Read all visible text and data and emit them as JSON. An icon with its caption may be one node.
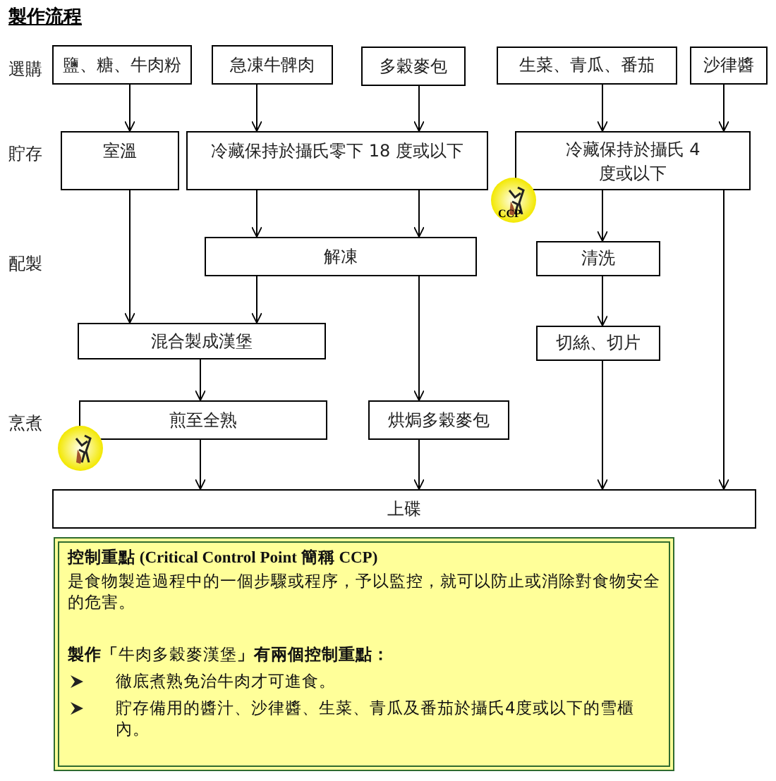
{
  "diagram": {
    "title": "製作流程",
    "nodes": [
      {
        "text": [
          "鹽、糖、牛肉粉"
        ]
      },
      {
        "text": [
          "急凍牛髀肉"
        ]
      },
      {
        "text": [
          "多穀麥包"
        ]
      },
      {
        "text": [
          "生菜、青瓜、番茄"
        ]
      },
      {
        "text": [
          "沙律醬"
        ]
      },
      {
        "text": [
          "室溫"
        ]
      },
      {
        "text": [
          "冷藏保持於攝氏零下 18 度或以下"
        ]
      },
      {
        "text": [
          "冷藏保持於攝氏 4 度或以下"
        ]
      },
      {
        "text": [
          "解凍"
        ]
      },
      {
        "text": [
          "清洗"
        ]
      },
      {
        "text": [
          "混合製成漢堡"
        ]
      },
      {
        "text": [
          "切絲、切片"
        ]
      },
      {
        "text": [
          "煎至全熟"
        ]
      },
      {
        "text": [
          "烘焗多穀麥包"
        ]
      },
      {
        "text": [
          "上碟"
        ]
      },
      {
        "text": [
          "控制重點 (Critical Control Point 簡稱 CCP)",
          "是食物製造過程中的一個步驟或程序，予以監控，就可以防止或消除對食物安全的危害。",
          "**製作「**牛肉多穀麥漢堡**」有兩個控制重點：**",
          "徹底煮熟免治牛肉才可進食。",
          "貯存備用的醬汁、沙律醬、生菜、青瓜及番茄於攝氏4度或以下的雪櫃內。"
        ]
      }
    ],
    "edges": [
      {
        "from": 0,
        "to": 5,
        "arrow": "to"
      },
      {
        "from": 1,
        "to": 6,
        "arrow": "to"
      },
      {
        "from": 2,
        "to": 6,
        "arrow": "to"
      },
      {
        "from": 3,
        "to": 7,
        "arrow": "to"
      },
      {
        "from": 4,
        "to": 7,
        "arrow": "to"
      },
      {
        "from": 5,
        "to": 10,
        "arrow": "to"
      },
      {
        "from": 6,
        "to": 8,
        "arrow": "to"
      },
      {
        "from": 6,
        "to": 8,
        "arrow": "to"
      },
      {
        "from": 7,
        "to": 9,
        "arrow": "to"
      },
      {
        "from": 7,
        "to": 14,
        "arrow": "to"
      },
      {
        "from": 8,
        "to": 10,
        "arrow": "to"
      },
      {
        "from": 8,
        "to": 13,
        "arrow": "to"
      },
      {
        "from": 9,
        "to": 11,
        "arrow": "to"
      },
      {
        "from": 10,
        "to": 12,
        "arrow": "to"
      },
      {
        "from": 11,
        "to": 14,
        "arrow": "to"
      },
      {
        "from": 12,
        "to": 14,
        "arrow": "to"
      },
      {
        "from": 13,
        "to": 14,
        "arrow": "to"
      }
    ],
    "labels": [
      "選購",
      "貯存",
      "配製",
      "烹煮",
      "CCP"
    ]
  }
}
